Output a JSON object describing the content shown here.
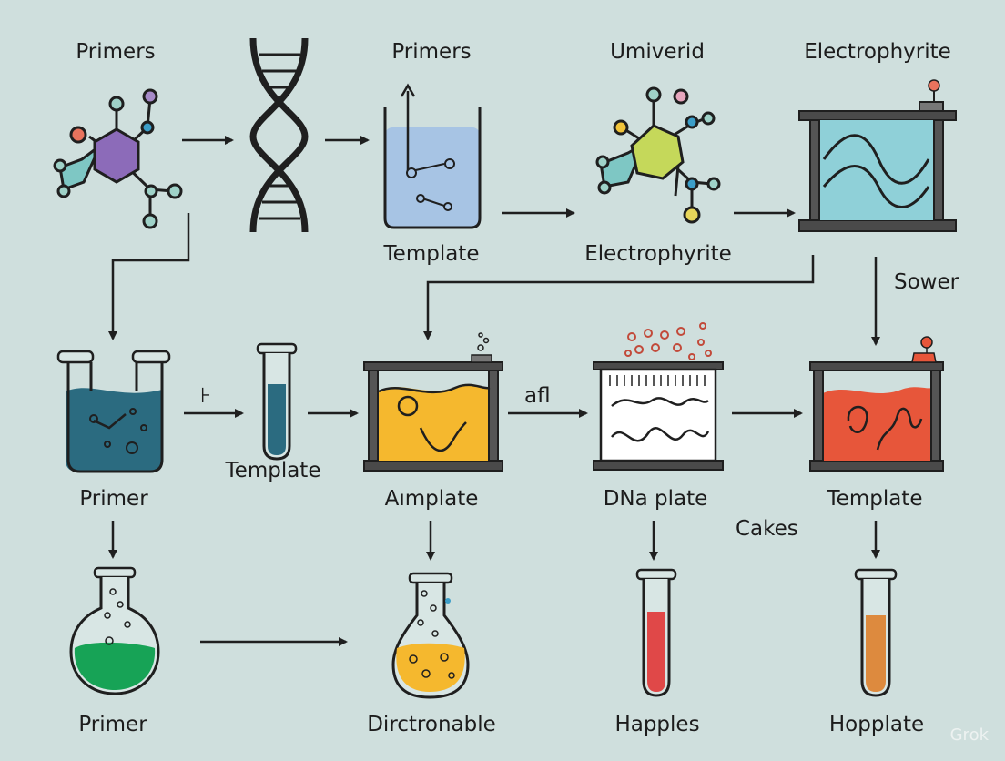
{
  "colors": {
    "background": "#cfdfdd",
    "stroke": "#1f1f1f",
    "water_blue": "#a7c4e4",
    "teal_liquid": "#2b6b80",
    "yellow_liquid": "#f5b82e",
    "red_liquid": "#e7563a",
    "green_liquid": "#17a356",
    "gel_blue": "#8fd0d8"
  },
  "labels": {
    "top_primers_1": "Primers",
    "top_primers_2": "Primers",
    "top_umiverid": "Umiverid",
    "top_electrophyrite": "Electrophyrite",
    "mid_template": "Template",
    "mid_electrophyrite": "Electrophyrite",
    "side_sower": "Sower",
    "arrow_mark_t": "⊦",
    "arrow_mark_afl": "afl",
    "template_tube": "Template",
    "primer_beaker": "Primer",
    "aimplate": "Aımplate",
    "dna_plate": "DNa plate",
    "template_right": "Template",
    "cakes": "Cakes",
    "bottom_primer": "Primer",
    "bottom_dirctronable": "Dirctronable",
    "bottom_happles": "Happles",
    "bottom_hopplate": "Hopplate"
  },
  "watermark": "Grok"
}
